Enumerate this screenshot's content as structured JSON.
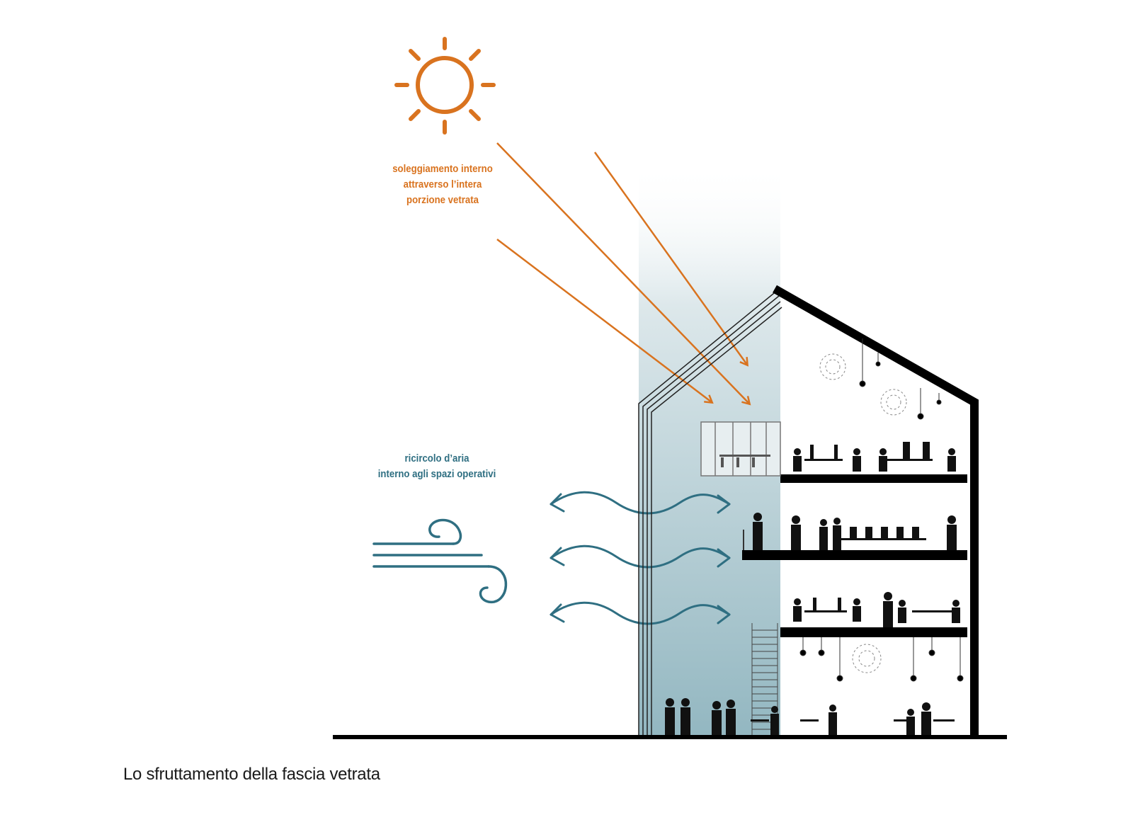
{
  "labels": {
    "sun": [
      "soleggiamento interno",
      "attraverso l’intera",
      "porzione vetrata"
    ],
    "air": [
      "ricircolo d’aria",
      "interno agli spazi operativi"
    ]
  },
  "caption": "Lo sfruttamento della fascia vetrata",
  "colors": {
    "sun": "#d9731f",
    "air": "#2f6f82",
    "glass_top": "#f4f7f8",
    "glass_bottom": "#93b7c1",
    "structure": "#000000"
  },
  "icons": {
    "sun": "sun-icon",
    "wind": "wind-icon"
  }
}
